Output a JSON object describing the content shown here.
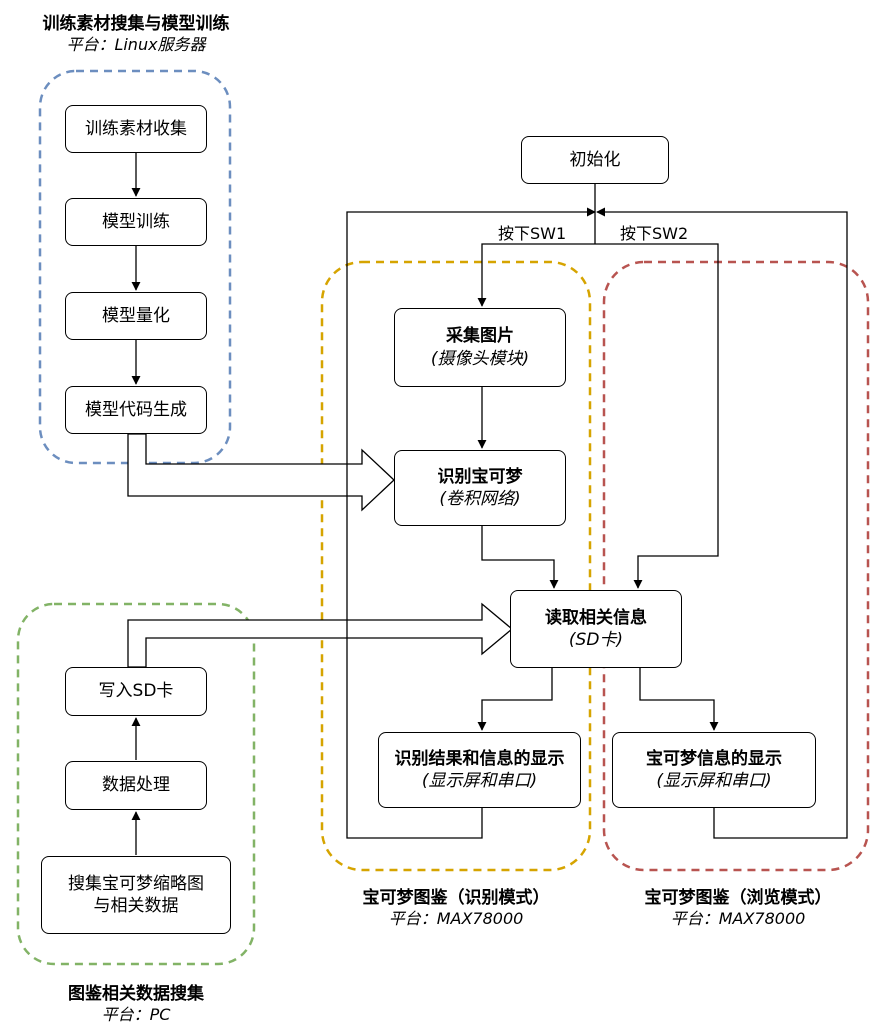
{
  "groups": {
    "training": {
      "title": "训练素材搜集与模型训练",
      "platform": "平台：Linux服务器"
    },
    "pc": {
      "title": "图鉴相关数据搜集",
      "platform": "平台：PC"
    },
    "identify": {
      "title": "宝可梦图鉴（识别模式）",
      "platform": "平台：MAX78000"
    },
    "browse": {
      "title": "宝可梦图鉴（浏览模式）",
      "platform": "平台：MAX78000"
    }
  },
  "nodes": {
    "collect": "训练素材收集",
    "train": "模型训练",
    "quant": "模型量化",
    "codegen": "模型代码生成",
    "init": "初始化",
    "capture": {
      "title": "采集图片",
      "sub": "(摄像头模块)"
    },
    "recognize": {
      "title": "识别宝可梦",
      "sub": "(卷积网络)"
    },
    "read": {
      "title": "读取相关信息",
      "sub": "(SD卡)"
    },
    "show_result": {
      "title": "识别结果和信息的显示",
      "sub": "(显示屏和串口)"
    },
    "show_info": {
      "title": "宝可梦信息的显示",
      "sub": "(显示屏和串口)"
    },
    "write_sd": "写入SD卡",
    "process": "数据处理",
    "gather": {
      "line1": "搜集宝可梦缩略图",
      "line2": "与相关数据"
    }
  },
  "edges": {
    "sw1": "按下SW1",
    "sw2": "按下SW2"
  },
  "colors": {
    "training": "#6c8ebf",
    "pc": "#82b366",
    "identify": "#d6a400",
    "browse": "#b85450"
  }
}
